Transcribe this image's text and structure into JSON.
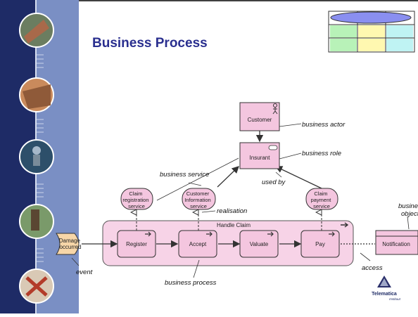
{
  "slide": {
    "title": "Business Process"
  },
  "colors": {
    "sidebar": "#1e2b66",
    "pink": "#f4c6df",
    "pinkDark": "#e9a9cb",
    "stroke": "#333333",
    "title": "#2a2f8f"
  },
  "nodes": {
    "customer": "Customer",
    "insurant": "Insurant",
    "claim_registration_service": [
      "Claim",
      "registration",
      "service"
    ],
    "customer_information_service": [
      "Customer",
      "Information",
      "service"
    ],
    "claim_payment_service": [
      "Claim",
      "payment",
      "service"
    ],
    "handle_claim": "Handle Claim",
    "register": "Register",
    "accept": "Accept",
    "valuate": "Valuate",
    "pay": "Pay",
    "damage_occurred": [
      "Damage",
      "occurred"
    ],
    "notification": "Notification"
  },
  "annotations": {
    "business_actor": "business actor",
    "business_role": "business role",
    "business_service": "business service",
    "used_by": "used by",
    "realisation": "realisation",
    "business_object": [
      "business",
      "object"
    ],
    "event": "event",
    "access": "access",
    "business_process": "business process"
  },
  "logo": {
    "name": "Telematica",
    "sub": "Instituut"
  }
}
